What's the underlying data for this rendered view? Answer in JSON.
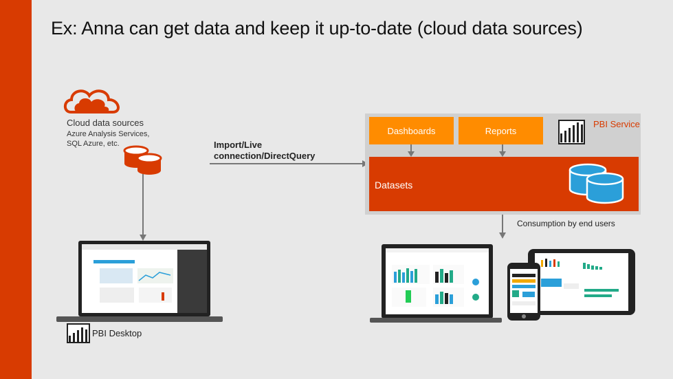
{
  "title": "Ex: Anna can get data and keep it up-to-date (cloud data sources)",
  "source": {
    "title": "Cloud data sources",
    "subtitle_line1": "Azure Analysis Services,",
    "subtitle_line2": "SQL Azure, etc."
  },
  "connection": {
    "line1": "Import/Live",
    "line2": "connection/DirectQuery"
  },
  "service": {
    "label": "PBI Service",
    "dashboards_label": "Dashboards",
    "reports_label": "Reports",
    "datasets_label": "Datasets"
  },
  "consumption_label": "Consumption by end users",
  "desktop_label": "PBI Desktop",
  "colors": {
    "accent": "#d83b01",
    "button": "#ff8c00",
    "panel": "#d0d0d0",
    "background": "#e8e8e8",
    "database_blue": "#2b9fd9"
  }
}
